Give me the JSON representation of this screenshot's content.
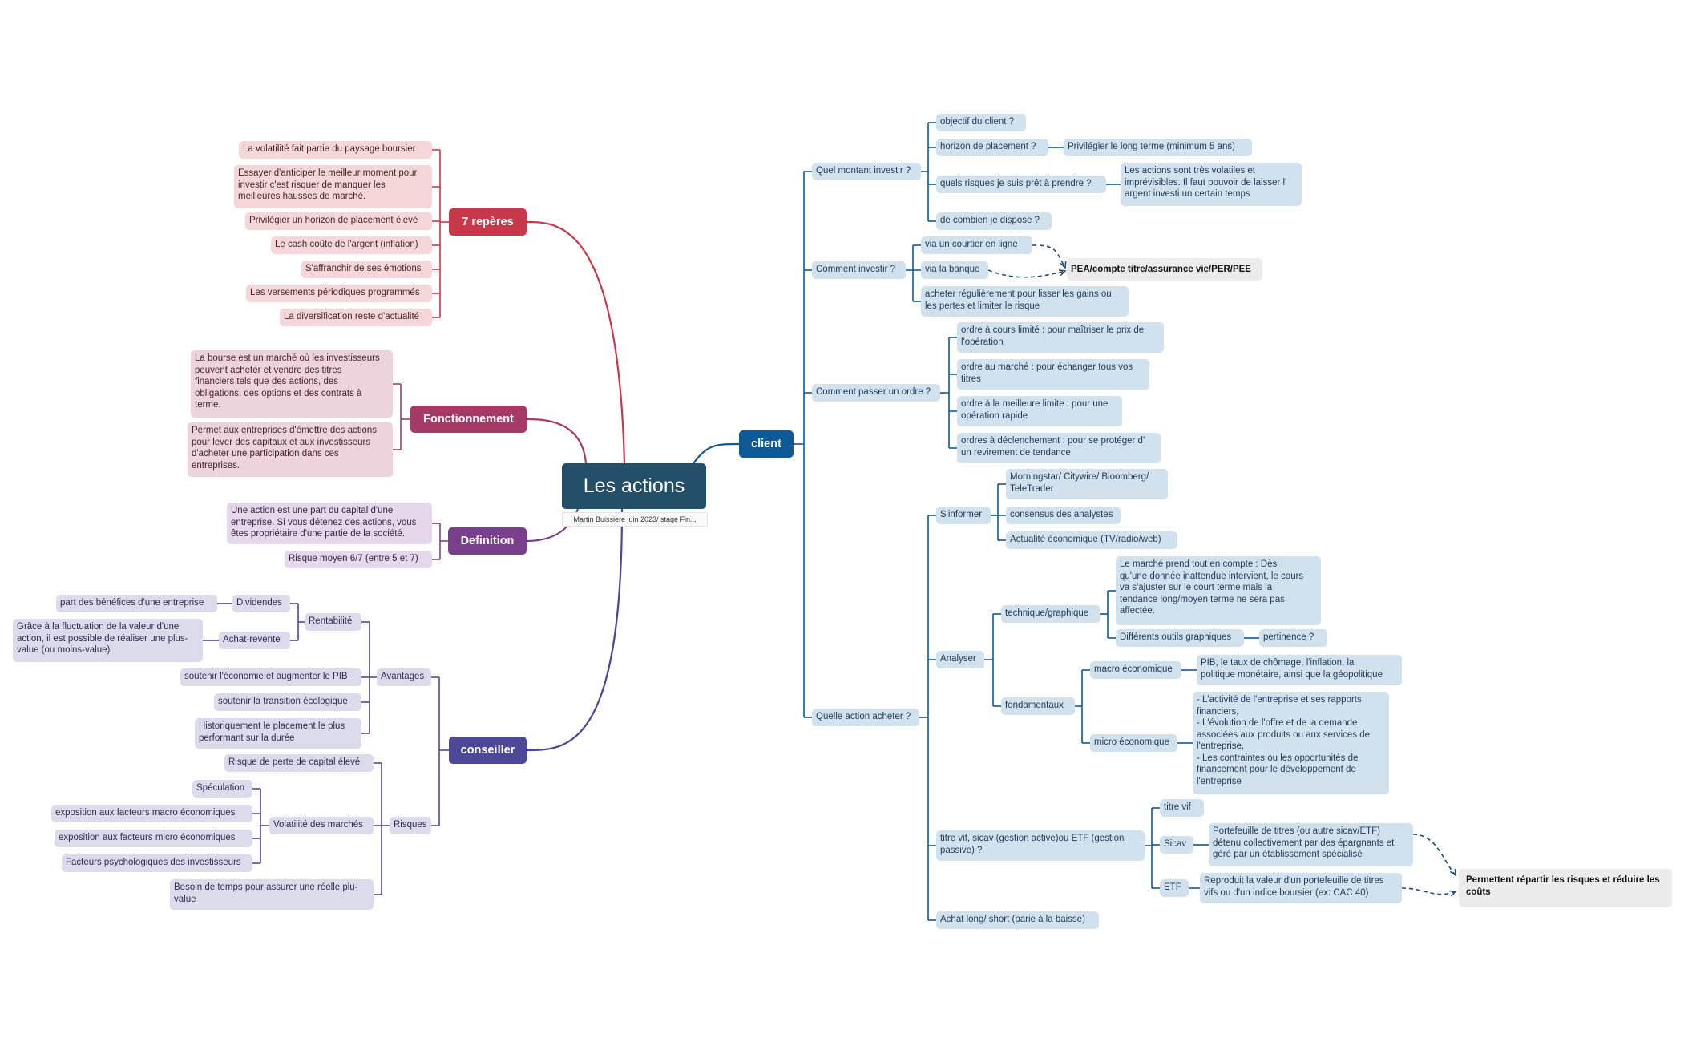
{
  "root": {
    "title": "Les actions",
    "subtitle": "Martin Buissiere juin 2023/ stage Fin..."
  },
  "branches": {
    "client": "client",
    "reperes": "7 repères",
    "fonctionnement": "Fonctionnement",
    "definition": "Definition",
    "conseiller": "conseiller"
  },
  "client": {
    "montant": "Quel montant investir ?",
    "objectif": "objectif du client ?",
    "horizon": "horizon de placement ?",
    "long_terme": "Privilégier le long terme (minimum 5 ans)",
    "risques": "quels risques je suis prêt à prendre ?",
    "volatiles": "Les actions sont très volatiles et\nimprévisibles. Il faut pouvoir de laisser l'\nargent investi un certain temps",
    "combien": "de combien je dispose ?",
    "comment": "Comment investir ?",
    "courtier": "via un courtier en ligne",
    "banque": "via la banque",
    "regulier": "acheter régulièrement pour lisser les gains ou\nles pertes et limiter le risque",
    "pea": "PEA/compte titre/assurance vie/PER/PEE",
    "ordre": "Comment passer un ordre ?",
    "ordre_limite": "ordre à cours limité : pour maîtriser le prix de\nl'opération",
    "ordre_marche": "ordre au marché : pour échanger tous vos\ntitres",
    "ordre_meilleure": "ordre à la meilleure limite : pour une\nopération rapide",
    "ordre_declenchement": "ordres à déclenchement : pour se protéger d'\nun revirement de tendance",
    "quelle": "Quelle action acheter ?",
    "informer": "S'informer",
    "morningstar": "Morningstar/ Citywire/ Bloomberg/\nTeleTrader",
    "consensus": "consensus des analystes",
    "actualite": "Actualité économique (TV/radio/web)",
    "analyser": "Analyser",
    "technique": "technique/graphique",
    "marche_compte": "Le marché prend tout en compte : Dès\nqu'une donnée inattendue intervient, le cours\nva s'ajuster sur le court terme mais la\ntendance long/moyen terme ne sera pas\naffectée.",
    "outils": "Différents outils graphiques",
    "pertinence": "pertinence ?",
    "fondamentaux": "fondamentaux",
    "macro": "macro économique",
    "pib": "PIB, le taux de chômage, l'inflation, la\npolitique monétaire, ainsi que la géopolitique",
    "micro": "micro économique",
    "micro_text": "- L'activité de l'entreprise et ses rapports\nfinanciers,\n- L'évolution de l'offre et de la demande\nassociées aux produits ou aux services de\nl'entreprise,\n- Les contraintes ou les opportunités de\nfinancement pour le développement de\nl'entreprise",
    "titre_vif_q": "titre vif, sicav (gestion active)ou ETF (gestion\npassive) ?",
    "titre_vif": "titre vif",
    "sicav": "Sicav",
    "sicav_text": "Portefeuille de titres (ou autre sicav/ETF)\ndétenu collectivement par des épargnants et\ngéré par un établissement spécialisé",
    "etf": "ETF",
    "etf_text": "Reproduit la valeur d'un portefeuille de titres\nvifs ou d'un indice boursier (ex: CAC 40)",
    "repartir": "Permettent répartir les risques et réduire les\ncoûts",
    "long_short": "Achat long/ short (parie à la baisse)"
  },
  "reperes": {
    "r1": "La volatilité fait partie du paysage boursier",
    "r2": "Essayer d'anticiper le meilleur moment pour\ninvestir c'est risquer de manquer les\nmeilleures hausses de marché.",
    "r3": "Privilégier un horizon de placement élevé",
    "r4": "Le cash coûte de l'argent (inflation)",
    "r5": "S'affranchir de ses émotions",
    "r6": "Les versements périodiques programmés",
    "r7": "La diversification reste d'actualité"
  },
  "fonctionnement": {
    "f1": "La bourse est un marché où les investisseurs\npeuvent acheter et vendre des titres\nfinanciers tels que des actions, des\nobligations, des options et des contrats à\nterme.",
    "f2": "Permet aux entreprises d'émettre des actions\npour lever des capitaux et aux investisseurs\nd'acheter une participation dans ces\nentreprises."
  },
  "definition": {
    "d1": "Une action est une part du capital d'une\nentreprise. Si vous détenez des actions, vous\nêtes propriétaire d'une partie de la société.",
    "d2": "Risque moyen 6/7 (entre 5 et 7)"
  },
  "conseiller": {
    "avantages": "Avantages",
    "rentabilite": "Rentabilité",
    "dividendes": "Dividendes",
    "benefices": "part des bénéfices d'une entreprise",
    "achat_revente": "Achat-revente",
    "fluctuation": "Grâce à la fluctuation de la valeur d'une\naction, il est possible de réaliser une plus-\nvalue (ou moins-value)",
    "pib": "soutenir l'économie et augmenter le PIB",
    "transition": "soutenir la transition écologique",
    "historique": "Historiquement le placement le plus\nperformant sur la durée",
    "risques": "Risques",
    "perte": "Risque de perte de capital élevé",
    "volatilite": "Volatilité des marchés",
    "speculation": "Spéculation",
    "macro": "exposition aux facteurs macro économiques",
    "micro": "exposition aux facteurs micro économiques",
    "psycho": "Facteurs psychologiques des investisseurs",
    "temps": "Besoin de temps pour assurer une réelle plu-\nvalue"
  },
  "colors": {
    "root": "#235068",
    "client": "#0e5a96",
    "reperes": "#c8384b",
    "fonctionnement": "#a63a66",
    "definition": "#7a3f8c",
    "conseiller": "#4e4898"
  }
}
